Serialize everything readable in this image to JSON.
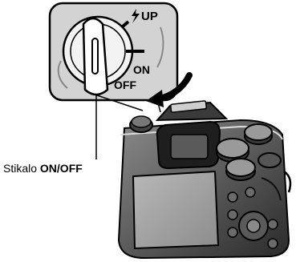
{
  "inset": {
    "label_up": "UP",
    "label_on": "ON",
    "label_off": "OFF"
  },
  "caption": {
    "prefix": "Stikalo ",
    "bold": "ON/OFF"
  },
  "icons": [
    "flash-icon",
    "rotate-arrow-icon",
    "camera-illustration",
    "switch-lever-icon"
  ]
}
